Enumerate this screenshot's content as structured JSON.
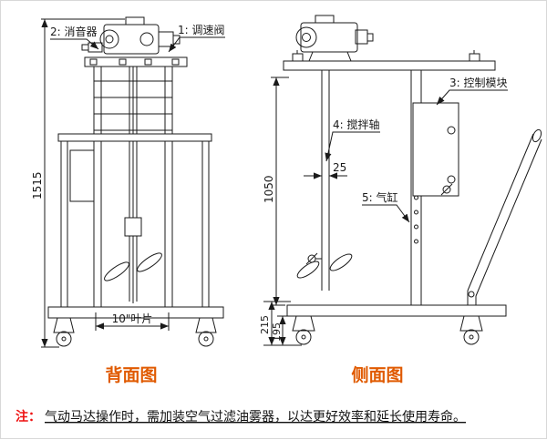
{
  "back_view": {
    "caption": "背面图",
    "dims": {
      "total_height": "1515",
      "blade": "10\"叶片"
    },
    "callouts": {
      "muffler": "2: 消音器",
      "speed_valve": "1: 调速阀"
    }
  },
  "side_view": {
    "caption": "侧面图",
    "dims": {
      "height": "1050",
      "shaft_width": "25",
      "base_height": "215",
      "wheel_height": "195"
    },
    "callouts": {
      "control_module": "3: 控制模块",
      "mixing_shaft": "4: 搅拌轴",
      "air_cylinder": "5: 气缸"
    }
  },
  "note": {
    "prefix": "注：",
    "text": "气动马达操作时，需加装空气过滤油雾器，以达更好效率和延长使用寿命。"
  },
  "colors": {
    "caption": "#e05a00",
    "note_prefix": "#ee1111",
    "line": "#1a1a1a"
  }
}
